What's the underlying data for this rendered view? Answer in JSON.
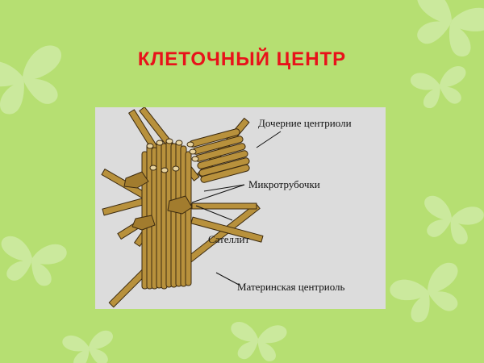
{
  "slide": {
    "title": "КЛЕТОЧНЫЙ ЦЕНТР",
    "title_color": "#e8121a",
    "background_color": "#b6df72",
    "decoration": "butterfly-icon"
  },
  "diagram": {
    "panel_color": "#dcdcdc",
    "rod_color": "#b8913c",
    "labels": {
      "daughter_centrioles": "Дочерние центриоли",
      "microtubules": "Микротрубочки",
      "satellite": "Сателлит",
      "mother_centriole": "Материнская центриоль"
    }
  }
}
